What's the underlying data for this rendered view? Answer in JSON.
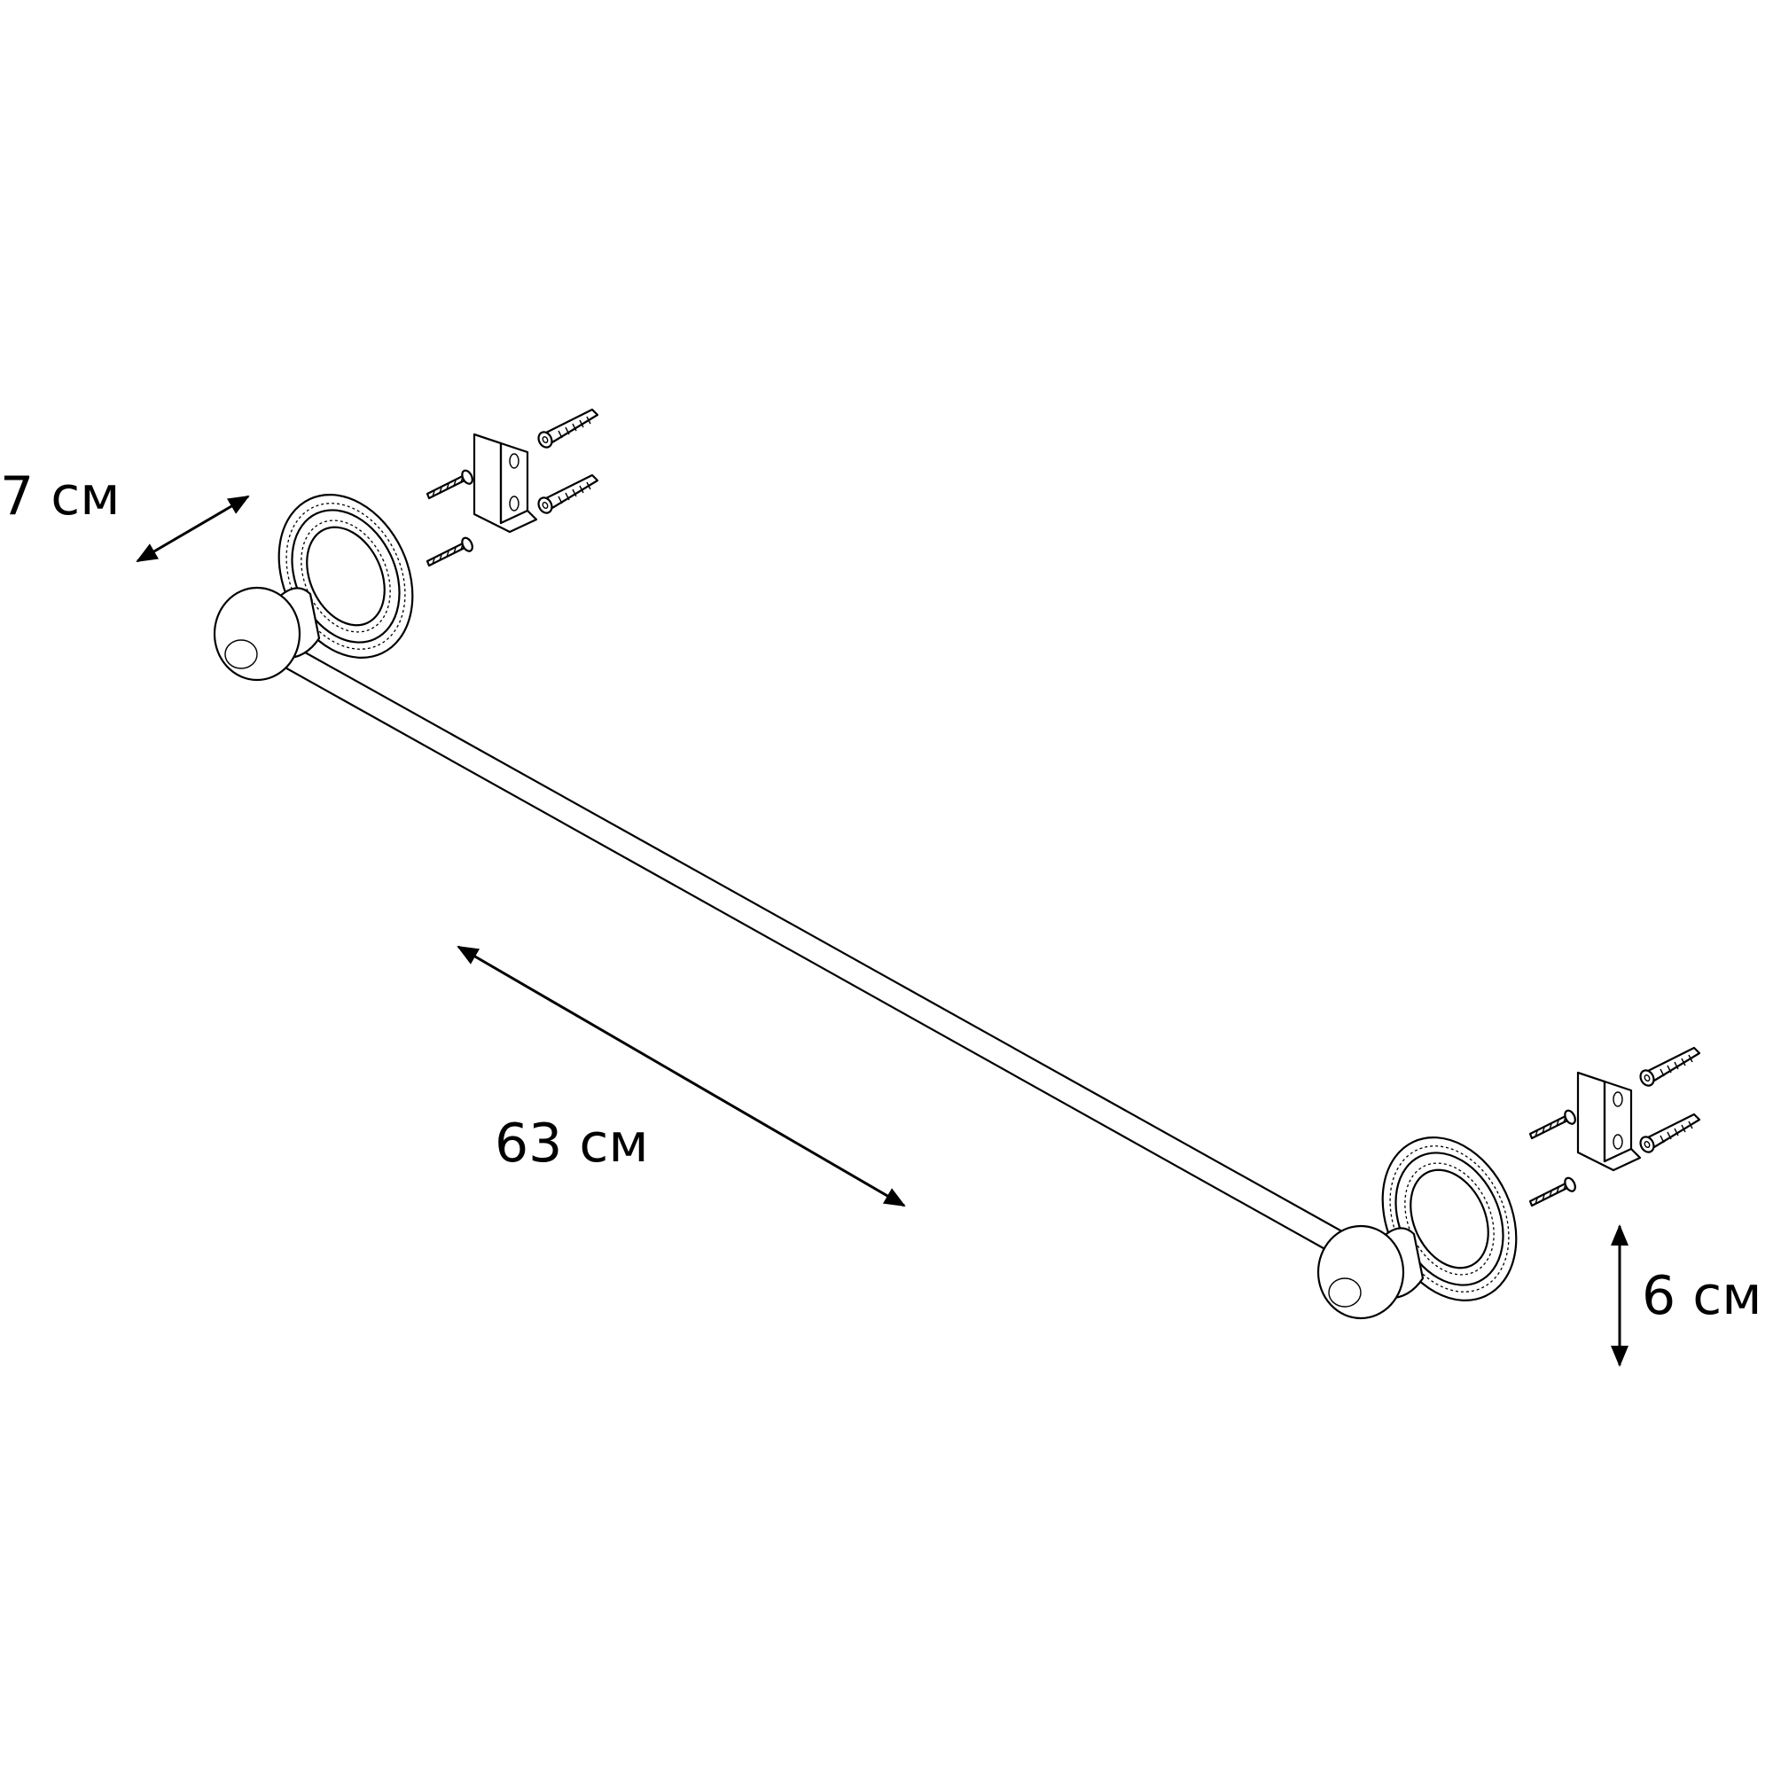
{
  "dimensions": {
    "depth_label": "7 см",
    "length_label": "63 см",
    "height_label": "6 см"
  },
  "colors": {
    "line": "#000000",
    "background": "#ffffff"
  }
}
